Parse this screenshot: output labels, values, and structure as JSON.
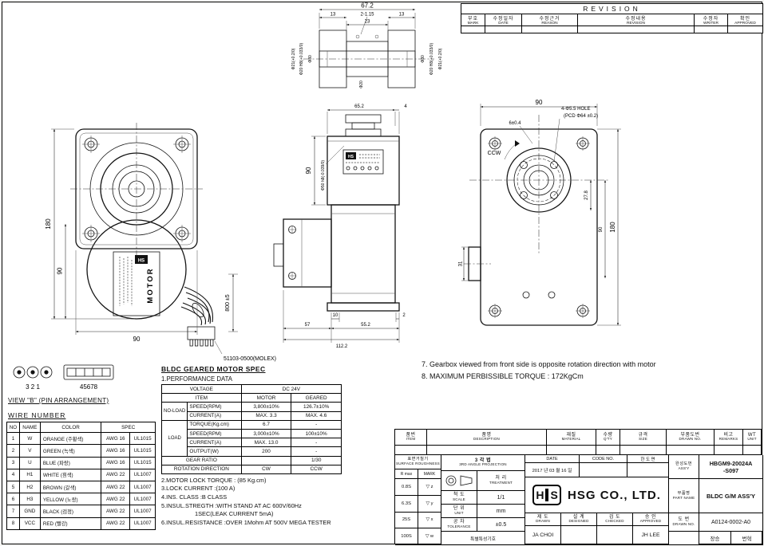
{
  "revision": {
    "title": "REVISION",
    "headers": [
      {
        "ko": "부호",
        "en": "MARK"
      },
      {
        "ko": "수정일자",
        "en": "DATE"
      },
      {
        "ko": "수정근거",
        "en": "REASON"
      },
      {
        "ko": "수정내용",
        "en": "REVISION"
      },
      {
        "ko": "수정자",
        "en": "WRITER"
      },
      {
        "ko": "확인",
        "en": "APPROVED"
      }
    ]
  },
  "front_view": {
    "dim_height": "180",
    "dim_half": "90",
    "dim_width": "90",
    "dim_wire_length": "800 ±5",
    "motor_label": "MOTOR",
    "logo": "HS",
    "connector_label": "51103-0500(MOLEX)"
  },
  "section_view": {
    "dim_overall": "67.2",
    "dim_flange_left": "13",
    "dim_flange_right": "13",
    "dim_hub": "23",
    "dim_tap": "2-1.15",
    "dia_left_1": "Φ21(+0.2/0)",
    "dia_left_2": "Φ20 H8(+0.033/0)",
    "dia_left_3": "Φ30",
    "dia_center": "Φ20",
    "dia_right_1": "Φ30",
    "dia_right_2": "Φ20 H8(+0.033/0)",
    "dia_right_3": "Φ21(+0.2/0)"
  },
  "side_view": {
    "dim_width": "65.2",
    "dim_flange": "4",
    "dim_gear_height": "90",
    "dia_boss": "Φ50 h8(-0.039/0)",
    "logo": "HS",
    "dim_b1": "10",
    "dim_b2": "2",
    "dim_box": "57",
    "dim_motor": "55.2",
    "dim_total": "112.2"
  },
  "rear_view": {
    "dim_width": "90",
    "dim_boss": "6±0.4",
    "callout_holes": "4-Φ5.5 HOLE",
    "callout_pcd": "(PCD Φ64 ±0.2)",
    "dim_center": "27.8",
    "dim_center2": "90",
    "dim_height": "180",
    "dim_shaft": "31",
    "rotation": "CCW"
  },
  "pin_view": {
    "left_pins": "3 2 1",
    "right_pins": "45678",
    "caption": "VIEW \"B\" (PIN ARRANGEMENT)"
  },
  "wire_table": {
    "title": "WIRE NUMBER",
    "headers": [
      "NO",
      "NAME",
      "COLOR",
      "SPEC"
    ],
    "rows": [
      [
        "1",
        "W",
        "ORANGE (주황색)",
        "AWG 16",
        "UL1015"
      ],
      [
        "2",
        "V",
        "GREEN (녹색)",
        "AWG 16",
        "UL1015"
      ],
      [
        "3",
        "U",
        "BLUE (파랑)",
        "AWG 16",
        "UL1015"
      ],
      [
        "4",
        "H1",
        "WHITE (흰색)",
        "AWG 22",
        "UL1007"
      ],
      [
        "5",
        "H2",
        "BROWN (갈색)",
        "AWG 22",
        "UL1007"
      ],
      [
        "6",
        "H3",
        "YELLOW (노랑)",
        "AWG 22",
        "UL1007"
      ],
      [
        "7",
        "GND",
        "BLACK (검정)",
        "AWG 22",
        "UL1007"
      ],
      [
        "8",
        "VCC",
        "RED (빨강)",
        "AWG 22",
        "UL1007"
      ]
    ]
  },
  "spec": {
    "title": "BLDC GEARED MOTOR SPEC",
    "performance_title": "1.PERFORMANCE DATA",
    "voltage_label": "VOLTAGE",
    "voltage_value": "DC 24V",
    "item_label": "ITEM",
    "col_motor": "MOTOR",
    "col_geared": "GEARED",
    "noload_label": "NO-LOAD",
    "load_label": "LOAD",
    "rows": [
      {
        "label": "SPEED(RPM)",
        "motor": "3,800±10%",
        "geared": "126.7±10%"
      },
      {
        "label": "CURRENT(A)",
        "motor": "MAX. 3.3",
        "geared": "MAX. 4.6"
      },
      {
        "label": "TORQUE(Kg.cm)",
        "motor": "6.7",
        "geared": "-"
      },
      {
        "label": "SPEED(RPM)",
        "motor": "3,000±10%",
        "geared": "100±10%"
      },
      {
        "label": "CURRENT(A)",
        "motor": "MAX. 13.0",
        "geared": "-"
      },
      {
        "label": "OUTPUT(W)",
        "motor": "200",
        "geared": "-"
      }
    ],
    "gear_ratio_label": "GEAR RATIO",
    "gear_ratio_value": "1/30",
    "rotation_label": "ROTATION DIRECTION",
    "rotation_motor": "CW",
    "rotation_geared": "CCW",
    "notes": [
      "2.MOTOR LOCK TORQUE : (85 Kg.cm)",
      "3.LOCK CURRENT :(100 A)",
      "4.INS. CLASS :B CLASS",
      "5.INSUL.STREGTH :WITH STAND AT AC 600V/60Hz",
      "1SEC(LEAK CURRENT 5mA)",
      "6.INSUL.RESISTANCE :OVER 1Mohm AT 500V MEGA TESTER"
    ]
  },
  "notes": [
    "7. Gearbox viewed from front side is opposite rotation direction with motor",
    "8. MAXIMUM PERBISSIBLE TORQUE : 172KgCm"
  ],
  "title_block": {
    "top_headers": [
      {
        "ko": "품번",
        "en": "ITEM"
      },
      {
        "ko": "품명",
        "en": "DESCRIPTION"
      },
      {
        "ko": "재질",
        "en": "MATERIAL"
      },
      {
        "ko": "수량",
        "en": "Q'TY"
      },
      {
        "ko": "규격",
        "en": "SIZE"
      },
      {
        "ko": "부품도번",
        "en": "DRAWN NO."
      },
      {
        "ko": "비고",
        "en": "REMARKS"
      },
      {
        "ko": "WT",
        "en": "UNIT"
      }
    ],
    "roughness": {
      "title_ko": "표면거칠기",
      "title_en": "SURFACE ROUGHNESS",
      "col_r": "R max",
      "col_mark": "MARK",
      "rows": [
        {
          "r": "0.8S",
          "mark": "▽ z"
        },
        {
          "r": "6.3S",
          "mark": "▽ y"
        },
        {
          "r": "25S",
          "mark": "▽ x"
        },
        {
          "r": "100S",
          "mark": "▽ w"
        }
      ]
    },
    "projection_ko": "3 각 법",
    "projection_en": "3RD ANGLE PROJECTION",
    "treatment_ko": "처 리",
    "treatment_en": "TREATMENT",
    "scale_ko": "척 도",
    "scale_en": "SCALE",
    "scale_value": "1/1",
    "unit_ko": "단 위",
    "unit_en": "UNIT",
    "unit_value": "mm",
    "tolerance_ko": "공 차",
    "tolerance_en": "TOLERANCE",
    "tolerance_value": "±0.5",
    "special_label": "특별특성기호",
    "date_label": "DATE",
    "date_value": "2017 년 03 월 16 일",
    "code_label": "CODE NO.",
    "sheet_label": "한 도 면",
    "company_logo_left": "H",
    "company_logo_right": "S",
    "company_name": "HSG CO., LTD.",
    "signoff_headers": [
      {
        "ko": "제 도",
        "en": "DRAWN"
      },
      {
        "ko": "설 계",
        "en": "DESIGNED"
      },
      {
        "ko": "검 도",
        "en": "CHECKED"
      },
      {
        "ko": "승 인",
        "en": "APPROVED"
      }
    ],
    "signoff_values": [
      "JA CHOI",
      "",
      "",
      "JH LEE"
    ],
    "assy_ko": "완성도번",
    "assy_en": "ASS'Y",
    "assy_value_1": "HBGM9-20024A",
    "assy_value_2": "-S097",
    "part_ko": "부품명",
    "part_en": "PART NAME",
    "part_value": "BLDC G/M ASS'Y",
    "dwg_ko": "도 번",
    "dwg_en": "DRAWN NO.",
    "dwg_value": "A0124-0002-A0",
    "stamps": [
      "장승",
      "번혁"
    ]
  }
}
